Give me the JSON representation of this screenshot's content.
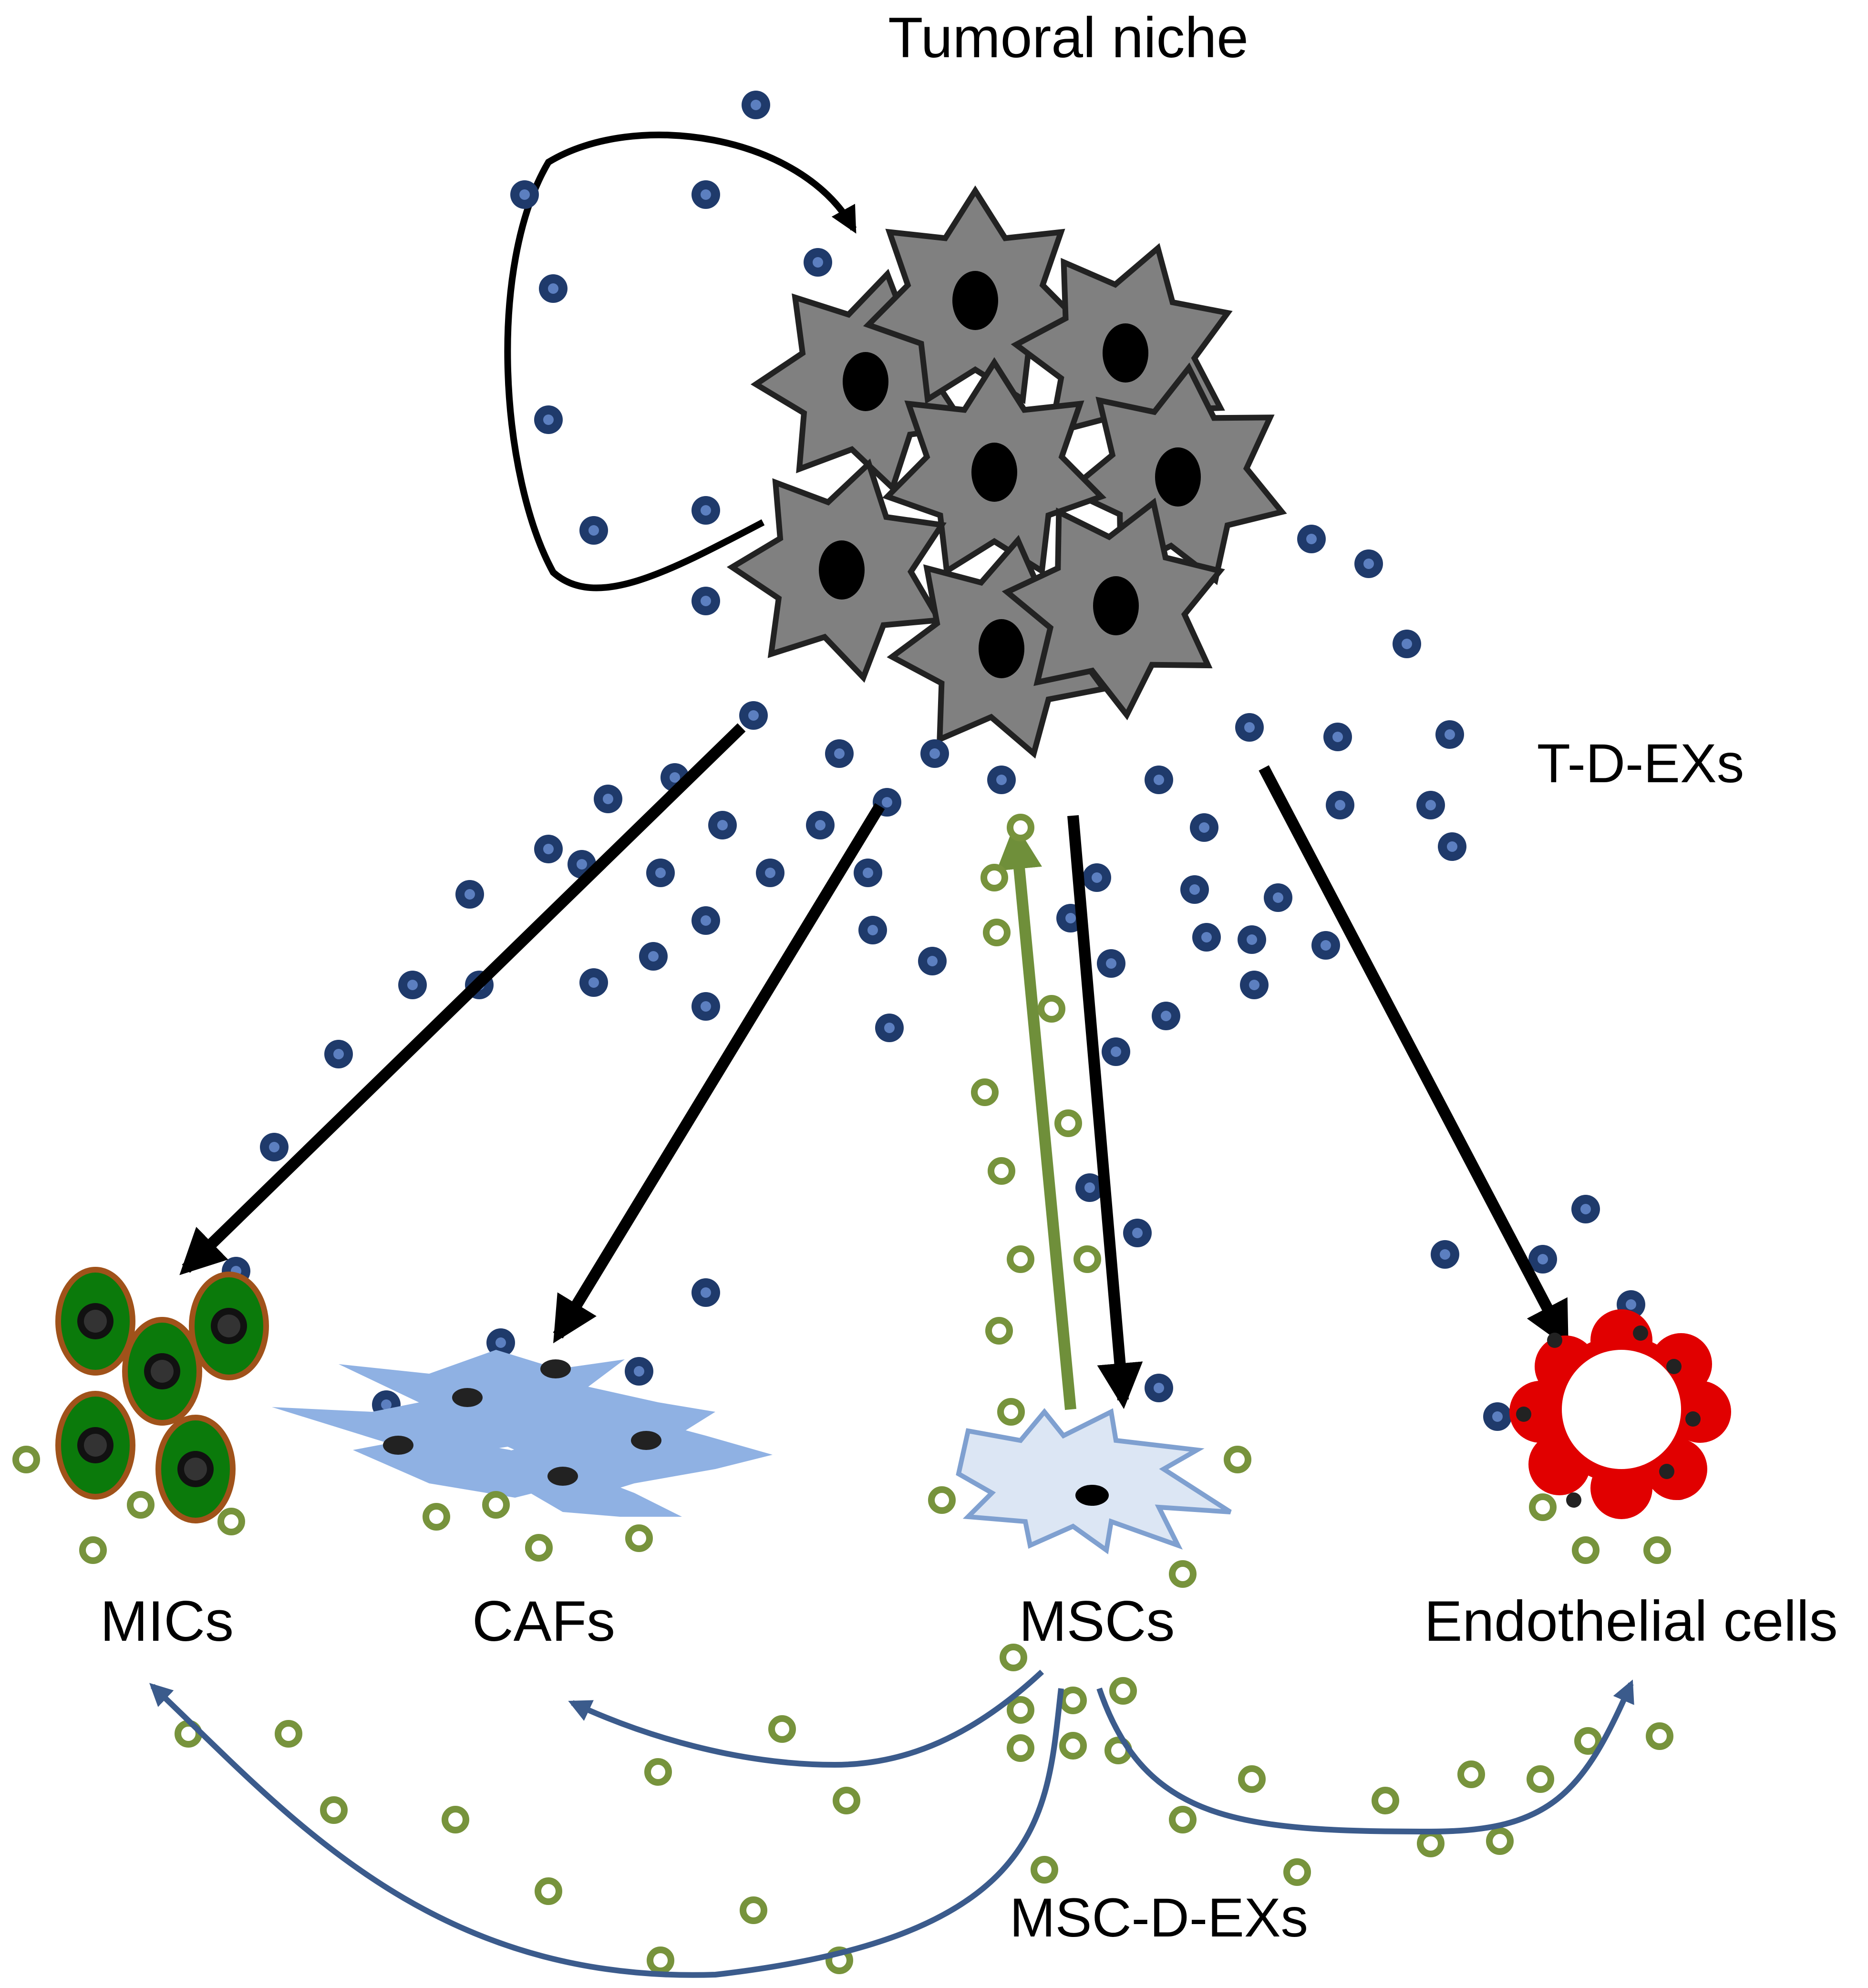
{
  "labels": {
    "title": "Tumoral niche",
    "tdex": "T-D-EXs",
    "mics": "MICs",
    "cafs": "CAFs",
    "mscs": "MSCs",
    "endothelial": "Endothelial cells",
    "mscdex": "MSC-D-EXs"
  },
  "colors": {
    "tumor_cell_fill": "#808080",
    "tumor_exosome": "#1f3a6b",
    "msc_exosome": "#77933c",
    "msc_arrow": "#6f8f3a",
    "msc_dex_arrow": "#3b5b8c",
    "mic_fill": "#0b7a0b",
    "mic_border": "#a0521a",
    "caf_fill": "#8fb1e3",
    "msc_fill": "#dce6f4",
    "endothelial_red": "#e10000"
  }
}
